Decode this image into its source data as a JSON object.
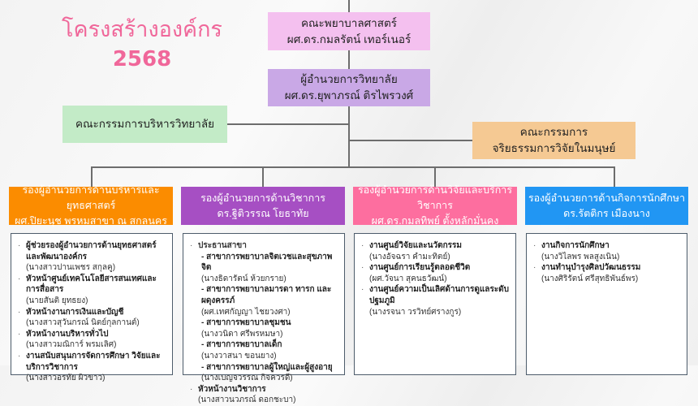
{
  "title": {
    "line1": "โครงสร้างองค์กร",
    "year": "2568"
  },
  "dean": {
    "title": "คณะพยาบาลศาสตร์",
    "name": "ผศ.ดร.กมลรัตน์ เทอร์เนอร์"
  },
  "director": {
    "title": "ผู้อำนวยการวิทยาลัย",
    "name": "ผศ.ดร.ยุพาภรณ์ ติรไพรวงศ์"
  },
  "board": {
    "label": "คณะกรรมการบริหารวิทยาลัย"
  },
  "ethics": {
    "line1": "คณะกรรมการ",
    "line2": "จริยธรรมการวิจัยในมนุษย์"
  },
  "colors": {
    "dean": "#f4c0ef",
    "director": "#c9a8e6",
    "board": "#c3ebc7",
    "ethics": "#f5c993",
    "d1": "#fb8c00",
    "d2": "#a64fc3",
    "d3": "#fd6e9f",
    "d4": "#2196f3"
  },
  "divisions": [
    {
      "title": "รองผู้อำนวยการด้านบริหารและยุทธศาสตร์",
      "name": "ผศ.ปิยะนุช พรหมสาขา ณ สกลนคร",
      "items": [
        {
          "role": "ผู้ช่วยรองผู้อำนวยการด้านยุทธศาสตร์และพัฒนาองค์กร",
          "person": "(นางสาวปานเพชร สกุลคู)"
        },
        {
          "role": "หัวหน้าศูนย์เทคโนโลยีสารสนเทศและการสื่อสาร",
          "person": "(นายสันติ ยุทธยง)"
        },
        {
          "role": "หัวหน้างานการเงินและบัญชี",
          "person": "(นางสาวสุวันกรณ์ นิตย์กุลกานต์)"
        },
        {
          "role": "หัวหน้างานบริหารทั่วไป",
          "person": "(นางสาวมณิการ์ พรมเลิศ)"
        },
        {
          "role": "งานสนับสนุนการจัดการศึกษา วิจัยและบริการวิชาการ",
          "person": "(นางสาวอรทัย ผิวขาว)"
        }
      ]
    },
    {
      "title": "รองผู้อำนวยการด้านวิชาการ",
      "name": "ดร.ฐิติวรรณ โยธาทัย",
      "chair": "ประธานสาขา",
      "subitems": [
        {
          "role": "- สาขาการพยาบาลจิตเวชและสุขภาพจิต",
          "person": "(นางธิดารัตน์ ห้วยกราย)"
        },
        {
          "role": "- สาขาการพยาบาลมารดา ทารก และผดุงครรภ์",
          "person": "(ผศ.เทศกัญญา ไชยวงศา)"
        },
        {
          "role": "- สาขาการพยาบาลชุมชน",
          "person": "(นางวนิดา ศรีพรหมษา)"
        },
        {
          "role": "- สาขาการพยาบาลเด็ก",
          "person": "(นางวาสนา ขอนยาง)"
        },
        {
          "role": "- สาขาการพยาบาลผู้ใหญ่และผู้สูงอายุ",
          "person": "(นางเบญจวรรณ กิจควรดี)"
        }
      ],
      "items": [
        {
          "role": "หัวหน้างานวิชาการ",
          "person": "(นางสาวนวภรณ์ ดอกชะบา)"
        }
      ]
    },
    {
      "title": "รองผู้อำนวยการด้านวิจัยและบริการวิชาการ",
      "name": "ผศ.ดร.กมลทิพย์ ตั้งหลักมั่นคง",
      "items": [
        {
          "role": "งานศูนย์วิจัยและนวัตกรรม",
          "person": "(นางอัจฉรา คำมะทิตย์)"
        },
        {
          "role": "งานศูนย์การเรียนรู้ตลอดชีวิต",
          "person": "(ผศ.วัจนา สุคนธวัฒน์)"
        },
        {
          "role": "งานศูนย์ความเป็นเลิศด้านการดูแลระดับปฐมภูมิ",
          "person": "(นางรจนา วรวิทย์ศรางกูร)"
        }
      ]
    },
    {
      "title": "รองผู้อำนวยการด้านกิจการนักศึกษา",
      "name": "ดร.รัตติกร เมืองนาง",
      "items": [
        {
          "role": "งานกิจการนักศึกษา",
          "person": "(นางวิไลพร พลสูงเนิน)"
        },
        {
          "role": "งานทำนุบำรุงศิลปวัฒนธรรม",
          "person": "(นางศิริรัตน์ ศรีสุทธิพันธ์พร)"
        }
      ]
    }
  ]
}
